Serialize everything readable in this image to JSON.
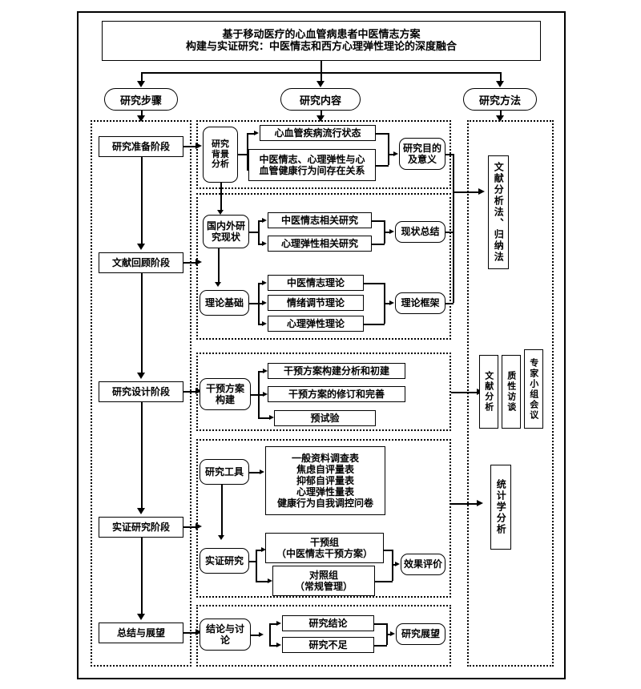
{
  "title": {
    "line1": "基于移动医疗的心血管病患者中医情志方案",
    "line2": "构建与实证研究：中医情志和西方心理弹性理论的深度融合"
  },
  "headers": {
    "steps": "研究步骤",
    "content": "研究内容",
    "methods": "研究方法"
  },
  "steps": {
    "prepare": "研究准备阶段",
    "review": "文献回顾阶段",
    "design": "研究设计阶段",
    "empirical": "实证研究阶段",
    "summary": "总结与展望"
  },
  "content": {
    "background": {
      "node": "研究\n背景\n分析",
      "node_l1": "研究",
      "node_l2": "背景",
      "node_l3": "分析",
      "item1": "心血管疾病流行状态",
      "item2_l1": "中医情志、心理弹性与心",
      "item2_l2": "血管健康行为间存在关系",
      "result_l1": "研究目的",
      "result_l2": "及意义"
    },
    "review": {
      "status_l1": "国内外研",
      "status_l2": "究现状",
      "status_item1": "中医情志相关研究",
      "status_item2": "心理弹性相关研究",
      "status_result": "现状总结",
      "theory": "理论基础",
      "theory_item1": "中医情志理论",
      "theory_item2": "情绪调节理论",
      "theory_item3": "心理弹性理论",
      "theory_result": "理论框架"
    },
    "design": {
      "node_l1": "干预方案",
      "node_l2": "构建",
      "item1": "干预方案构建分析和初建",
      "item2": "干预方案的修订和完善",
      "item3": "预试验"
    },
    "empirical": {
      "tools_node": "研究工具",
      "tools_list": [
        "一般资料调查表",
        "焦虑自评量表",
        "抑郁自评量表",
        "心理弹性量表",
        "健康行为自我调控问卷"
      ],
      "study_node": "实证研究",
      "group1_l1": "干预组",
      "group1_l2": "（中医情志干预方案）",
      "group2_l1": "对照组",
      "group2_l2": "（常规管理）",
      "result": "效果评价"
    },
    "conclusion": {
      "node_l1": "结论与讨",
      "node_l2": "论",
      "item1": "研究结论",
      "item2": "研究不足",
      "result": "研究展望"
    }
  },
  "methods": {
    "lit_induction": "文献分析法、归纳法",
    "lit_analysis": "文献分析",
    "qualitative_interview": "质性访谈",
    "expert_panel": "专家小组会议",
    "statistics": "统计学分析"
  },
  "colors": {
    "line": "#000000",
    "background": "#ffffff"
  }
}
